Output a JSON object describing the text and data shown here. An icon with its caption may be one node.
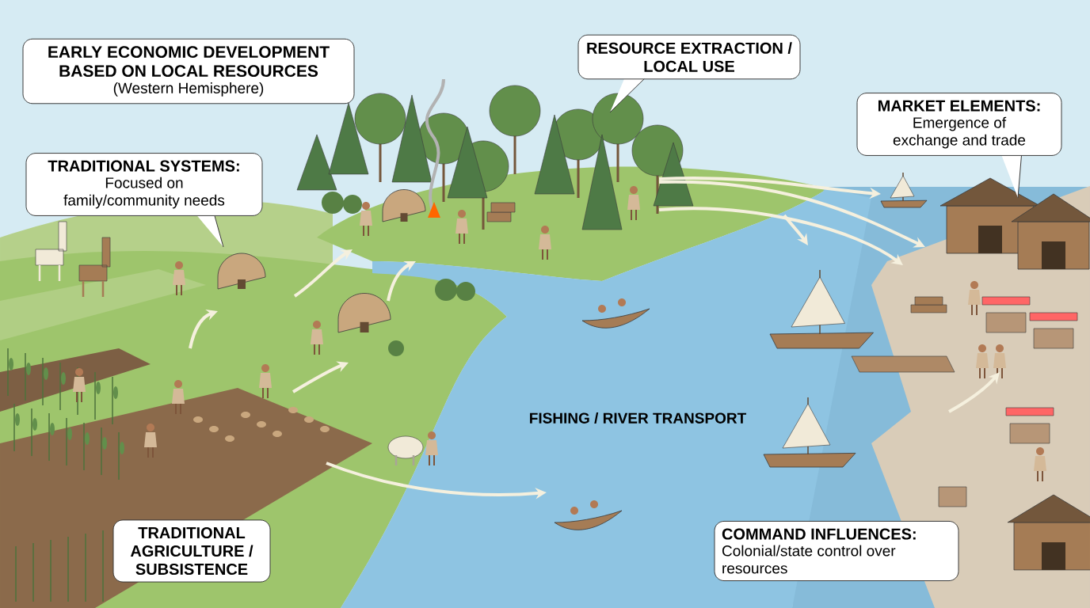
{
  "diagram": {
    "nodes": [
      {
        "text": [
          "EARLY ECONOMIC DEVELOPMENT BASED ON LOCAL RESOURCES",
          "(Western Hemisphere)"
        ]
      },
      {
        "text": [
          "TRADITIONAL SYSTEMS:",
          "Focused on family/community needs"
        ]
      },
      {
        "text": [
          "RESOURCE EXTRACTION / LOCAL USE"
        ]
      },
      {
        "text": [
          "MARKET ELEMENTS:",
          "Emergence of exchange and trade"
        ]
      },
      {
        "text": [
          "TRADITIONAL AGRICULTURE / SUBSISTENCE"
        ]
      },
      {
        "text": [
          "COMMAND INFLUENCES:",
          "Colonial/state control over resources"
        ]
      }
    ],
    "labels": [
      "FISHING / RIVER TRANSPORT"
    ]
  }
}
